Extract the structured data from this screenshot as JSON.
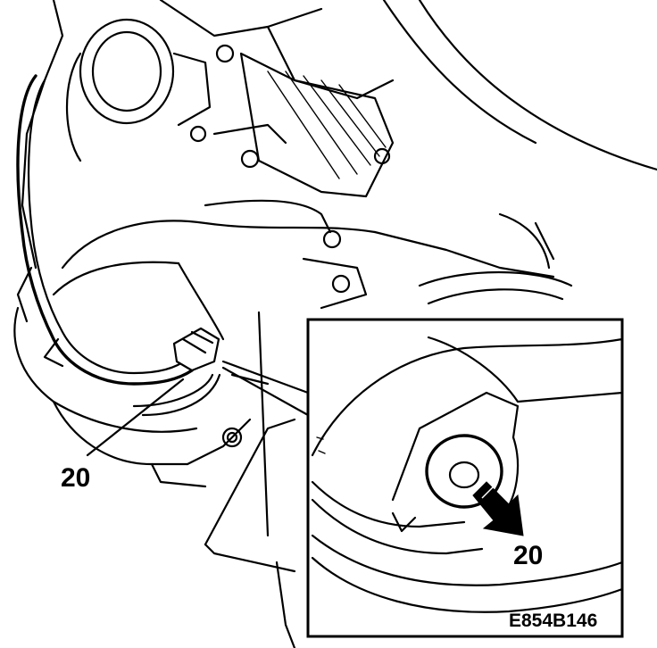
{
  "callouts": {
    "main_number": "20",
    "inset_number": "20"
  },
  "figure_code": "E854B146"
}
